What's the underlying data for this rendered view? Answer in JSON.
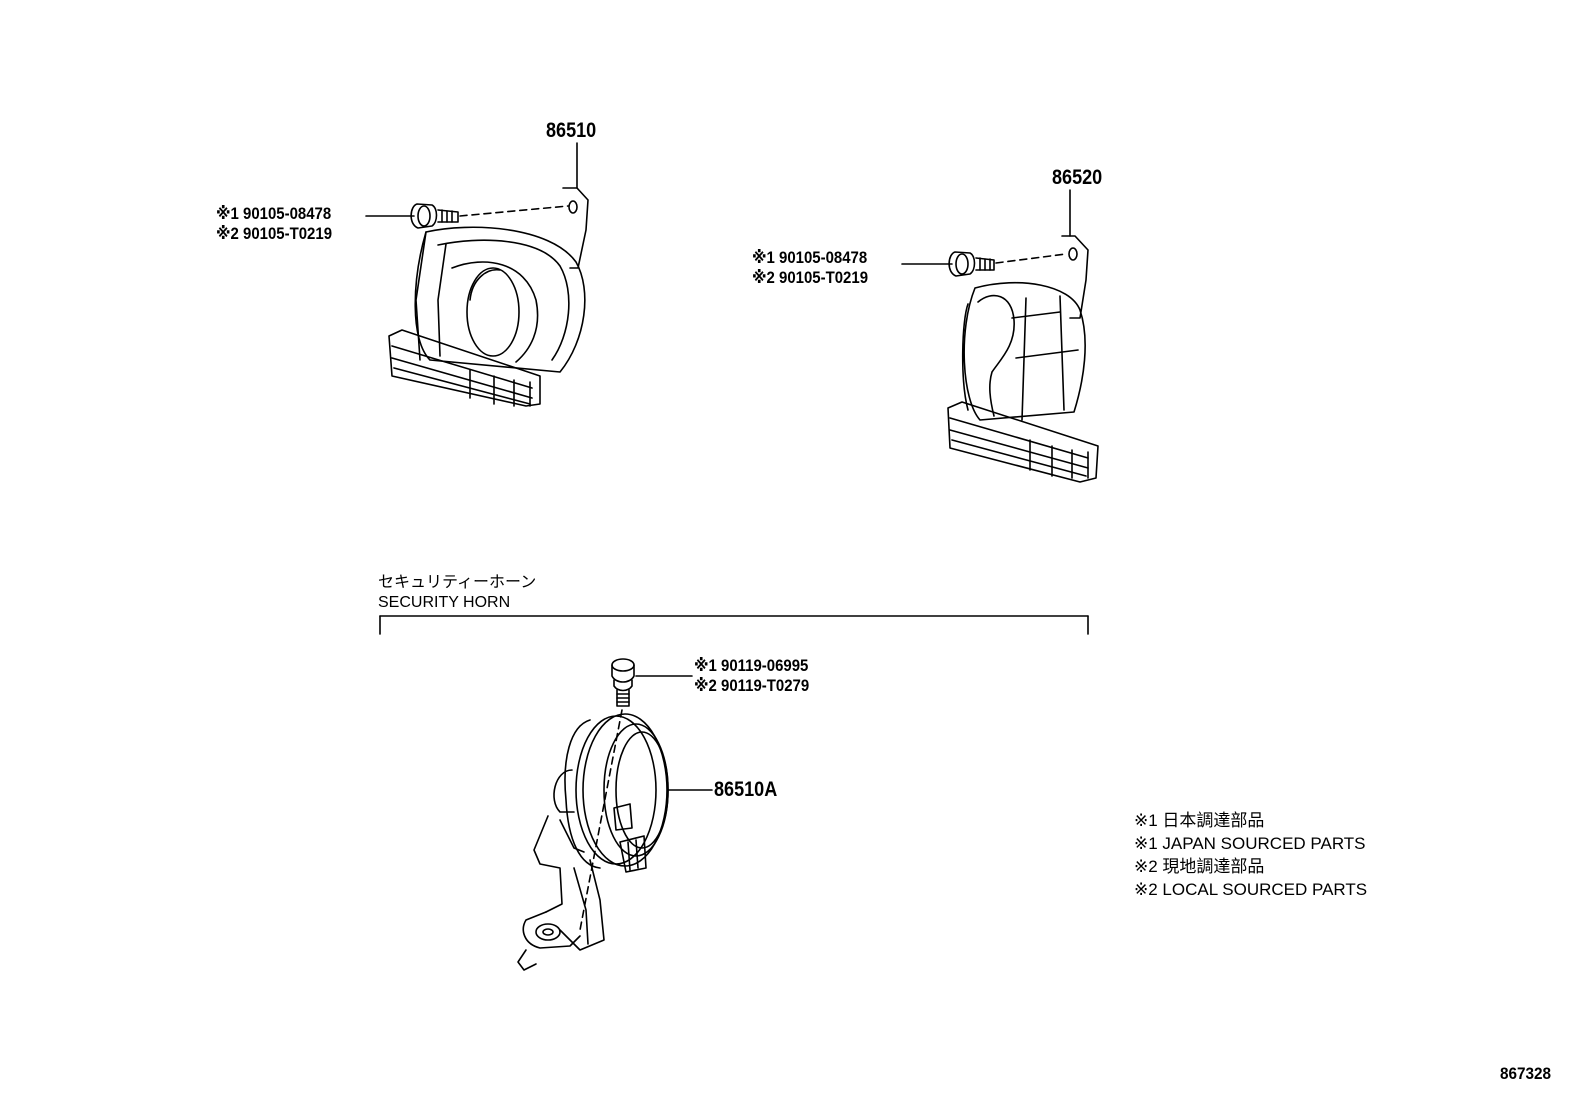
{
  "horn_high": {
    "part_number": "86510",
    "bolt_label_1": "※1 90105-08478",
    "bolt_label_2": "※2 90105-T0219"
  },
  "horn_low": {
    "part_number": "86520",
    "bolt_label_1": "※1 90105-08478",
    "bolt_label_2": "※2 90105-T0219"
  },
  "security_horn": {
    "title_jp": "セキュリティーホーン",
    "title_en": "SECURITY HORN",
    "part_number": "86510A",
    "bolt_label_1": "※1 90119-06995",
    "bolt_label_2": "※2 90119-T0279"
  },
  "legend": {
    "note_1_jp": "※1 日本調達部品",
    "note_1_en": "※1 JAPAN SOURCED PARTS",
    "note_2_jp": "※2 現地調達部品",
    "note_2_en": "※2 LOCAL SOURCED PARTS"
  },
  "diagram_id": "867328"
}
